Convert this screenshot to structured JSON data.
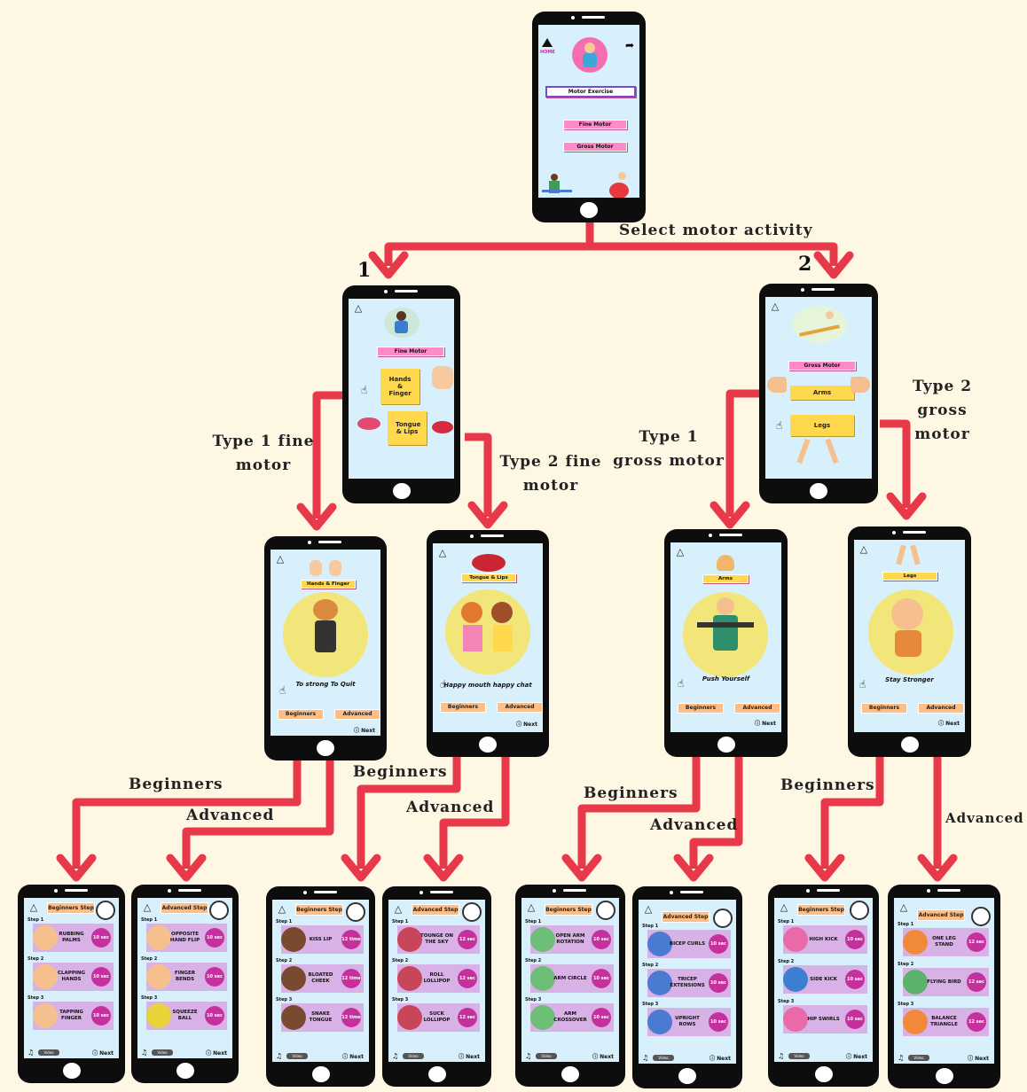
{
  "colors": {
    "arrow": "#e8394b",
    "background": "#fdf7e4",
    "screen": "#d7f0fb",
    "pink": "#ff8ac9",
    "yellow": "#ffd84d",
    "peach": "#ffbe85",
    "lavender": "#d8b2e6",
    "magenta": "#c6309d"
  },
  "arrow_labels": {
    "select": "Select motor activity",
    "type1_fine": "Type 1 fine motor",
    "type2_fine": "Type 2 fine motor",
    "type1_gross": "Type 1 gross motor",
    "type2_gross": "Type 2 gross motor",
    "beginners": "Beginners",
    "advanced": "Advanced",
    "num1": "1",
    "num2": "2"
  },
  "home": {
    "home_label": "HOME",
    "title": "Motor Exercise",
    "fine": "Fine Motor",
    "gross": "Gross Motor"
  },
  "fine": {
    "title": "Fine Motor",
    "hands": "Hands & Finger",
    "tongue": "Tongue & Lips"
  },
  "gross": {
    "title": "Gross Motor",
    "arms": "Arms",
    "legs": "Legs"
  },
  "mid": [
    {
      "title": "Hands & Finger",
      "tagline": "To strong To Quit"
    },
    {
      "title": "Tongue & Lips",
      "tagline": "Happy mouth happy chat"
    },
    {
      "title": "Arms",
      "tagline": "Push Yourself"
    },
    {
      "title": "Legs",
      "tagline": "Stay Stronger"
    }
  ],
  "common": {
    "beginners": "Beginners",
    "advanced": "Advanced",
    "next": "Next",
    "beginners_step": "Beginners Step",
    "advanced_step": "Advanced Step",
    "video": "Video",
    "step1": "Step 1",
    "step2": "Step 2",
    "step3": "Step 3"
  },
  "steps": [
    {
      "header": "Beginners Step",
      "items": [
        {
          "name": "RUBBING PALMS",
          "time": "10 sec"
        },
        {
          "name": "CLAPPING HANDS",
          "time": "10 sec"
        },
        {
          "name": "TAPPING FINGER",
          "time": "10 sec"
        }
      ]
    },
    {
      "header": "Advanced Step",
      "items": [
        {
          "name": "OPPOSITE HAND FLIP",
          "time": "10 sec"
        },
        {
          "name": "FINGER BENDS",
          "time": "10 sec"
        },
        {
          "name": "SQUEEZE BALL",
          "time": "10 sec"
        }
      ]
    },
    {
      "header": "Beginners Step",
      "items": [
        {
          "name": "KISS LIP",
          "time": "12 time"
        },
        {
          "name": "BLOATED CHEEK",
          "time": "12 time"
        },
        {
          "name": "SNAKE TONGUE",
          "time": "12 time"
        }
      ]
    },
    {
      "header": "Advanced Step",
      "items": [
        {
          "name": "TOUNGE ON THE SKY",
          "time": "12 sec"
        },
        {
          "name": "ROLL LOLLIPOP",
          "time": "12 sec"
        },
        {
          "name": "SUCK LOLLIPOP",
          "time": "12 sec"
        }
      ]
    },
    {
      "header": "Beginners Step",
      "items": [
        {
          "name": "OPEN ARM ROTATION",
          "time": "10 sec"
        },
        {
          "name": "ARM CIRCLE",
          "time": "10 sec"
        },
        {
          "name": "ARM CROSSOVER",
          "time": "10 sec"
        }
      ]
    },
    {
      "header": "Advanced Step",
      "items": [
        {
          "name": "BICEP CURLS",
          "time": "10 sec"
        },
        {
          "name": "TRICEP EXTENSIONS",
          "time": "10 sec"
        },
        {
          "name": "UPRIGHT ROWS",
          "time": "10 sec"
        }
      ]
    },
    {
      "header": "Beginners Step",
      "items": [
        {
          "name": "HIGH KICK",
          "time": "10 sec"
        },
        {
          "name": "SIDE KICK",
          "time": "10 sec"
        },
        {
          "name": "HIP SWIRLS",
          "time": "10 sec"
        }
      ]
    },
    {
      "header": "Advanced Step",
      "items": [
        {
          "name": "ONE LEG STAND",
          "time": "12 sec"
        },
        {
          "name": "FLYING BIRD",
          "time": "12 sec"
        },
        {
          "name": "BALANCE TRIANGLE",
          "time": "12 sec"
        }
      ]
    }
  ]
}
